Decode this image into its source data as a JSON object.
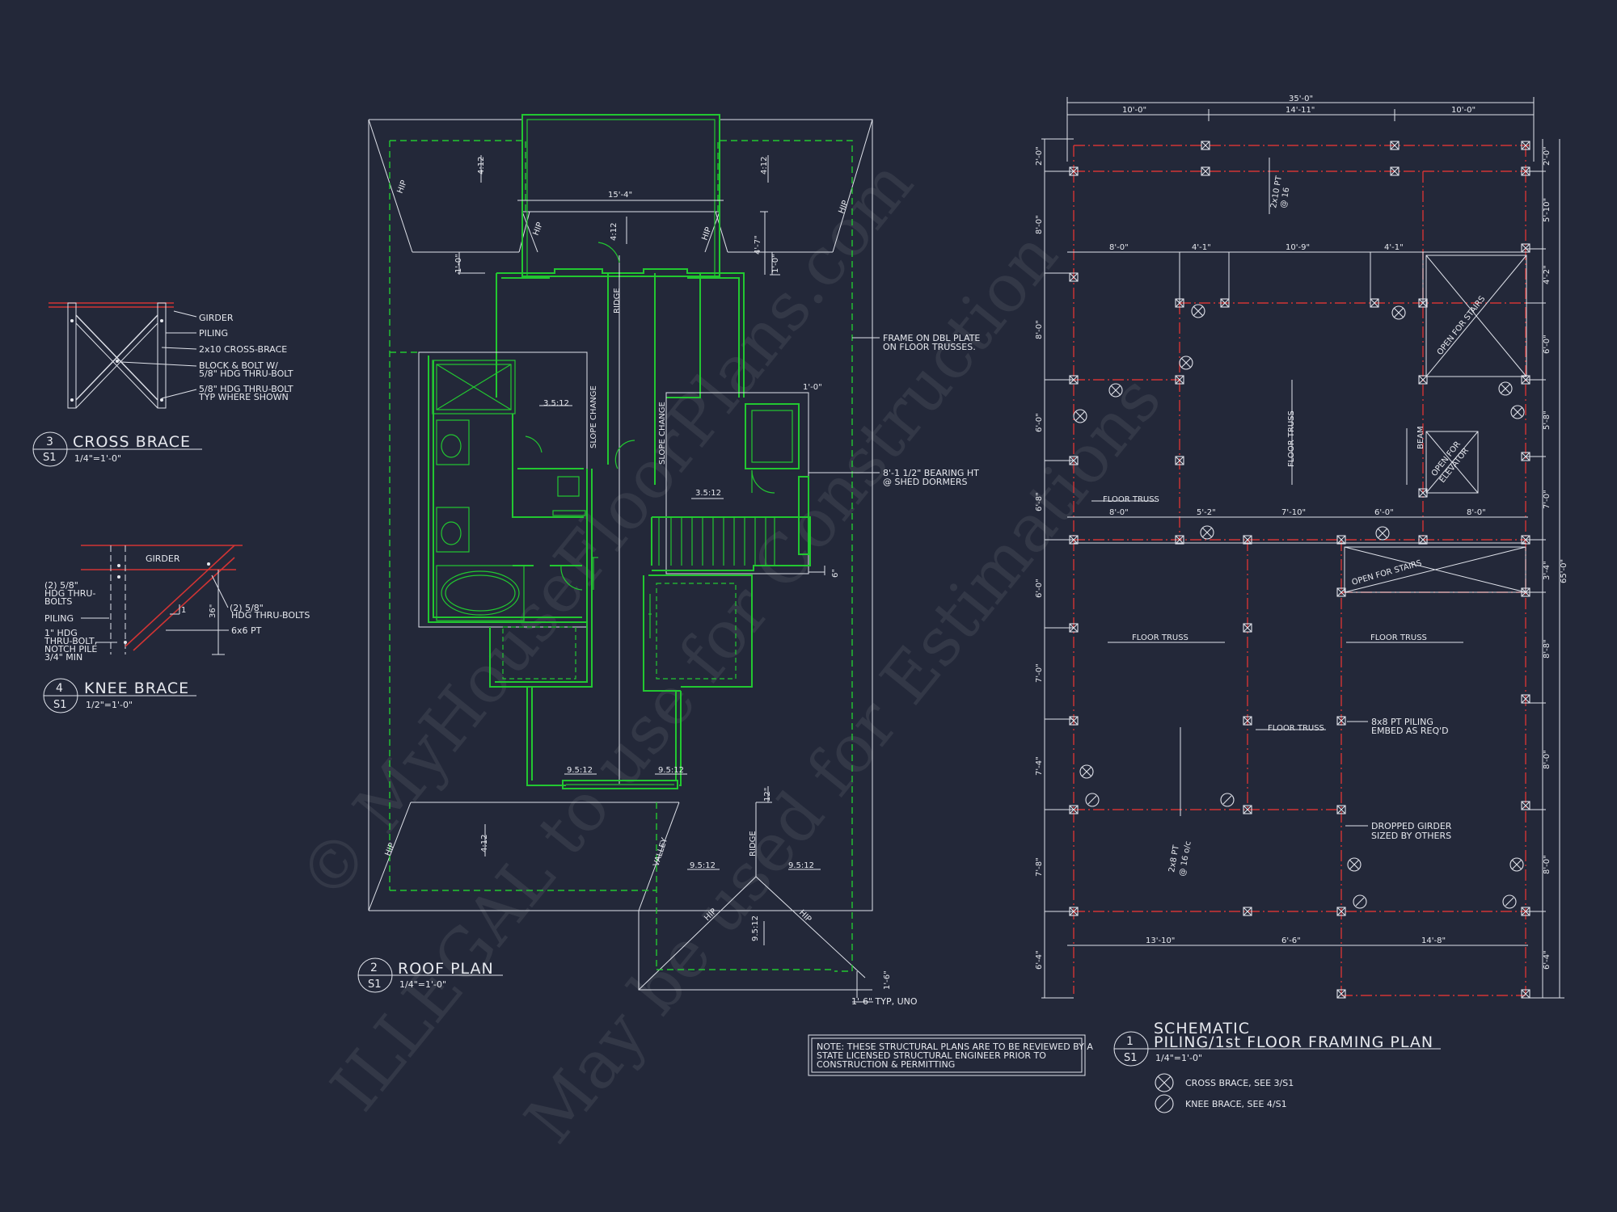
{
  "watermark": {
    "line1": "© MyHouseFloorPlans.com",
    "line2": "ILLEGAL to use for Construction",
    "line3": "May be used for Estimations"
  },
  "cross_brace": {
    "num": "3",
    "sheet": "S1",
    "title": "CROSS BRACE",
    "scale": "1/4\"=1'-0\"",
    "notes": [
      "GIRDER",
      "PILING",
      "2x10 CROSS-BRACE",
      "BLOCK & BOLT W/",
      "5/8\" HDG THRU-BOLT",
      "5/8\" HDG THRU-BOLT",
      "TYP WHERE SHOWN"
    ]
  },
  "knee_brace": {
    "num": "4",
    "sheet": "S1",
    "title": "KNEE BRACE",
    "scale": "1/2\"=1'-0\"",
    "girder": "GIRDER",
    "left_notes": [
      "(2) 5/8\"",
      "HDG THRU-",
      "BOLTS",
      "PILING",
      "1\" HDG",
      "THRU-BOLT,",
      "NOTCH PILE",
      "3/4\" MIN"
    ],
    "right_notes": [
      "(2) 5/8\"",
      "HDG THRU-BOLTS",
      "6x6 PT"
    ],
    "dim": "36\"",
    "slope": "1"
  },
  "roof_plan": {
    "num": "2",
    "sheet": "S1",
    "title": "ROOF PLAN",
    "scale": "1/4\"=1'-0\"",
    "labels": {
      "hip": "HIP",
      "ridge": "RIDGE",
      "valley": "VALLEY",
      "slope_change": "SLOPE CHANGE",
      "p412": "4:12",
      "p3512": "3.5:12",
      "p9512": "9.5:12",
      "d154": "15'-4\"",
      "d10": "1'-0\"",
      "d47": "4'-7\"",
      "d1": "1'-0\"",
      "d12": "12\"",
      "d6": "6\"",
      "d16": "1'-6\"",
      "frame_note1": "FRAME ON DBL PLATE",
      "frame_note2": "ON FLOOR TRUSSES.",
      "bearing_note1": "8'-1 1/2\" BEARING HT",
      "bearing_note2": "@ SHED DORMERS",
      "typ": "1'-6\" TYP, UNO"
    }
  },
  "note_box": [
    "NOTE: THESE STRUCTURAL PLANS ARE TO BE REVIEWED BY A",
    "STATE LICENSED STRUCTURAL ENGINEER PRIOR TO",
    "CONSTRUCTION & PERMITTING"
  ],
  "framing_plan": {
    "num": "1",
    "sheet": "S1",
    "title1": "SCHEMATIC",
    "title2": "PILING/1st FLOOR FRAMING PLAN",
    "scale": "1/4\"=1'-0\"",
    "top_dims": {
      "overall": "35'-0\"",
      "a": "10'-0\"",
      "b": "14'-11\"",
      "c": "10'-0\""
    },
    "row_dims_1": [
      "8'-0\"",
      "4'-1\"",
      "10'-9\"",
      "4'-1\""
    ],
    "row_dims_2": [
      "8'-0\"",
      "5'-2\"",
      "7'-10\"",
      "6'-0\"",
      "8'-0\""
    ],
    "row_dims_3": [
      "13'-10\"",
      "6'-6\"",
      "14'-8\""
    ],
    "left_dims": [
      "2'-0\"",
      "8'-0\"",
      "8'-0\"",
      "6'-0\"",
      "6'-8\"",
      "6'-0\"",
      "7'-0\"",
      "7'-4\"",
      "7'-8\"",
      "6'-4\""
    ],
    "right_dims": [
      "2'-0\"",
      "5'-10\"",
      "4'-2\"",
      "6'-0\"",
      "5'-8\"",
      "7'-0\"",
      "3'-4\"",
      "8'-8\"",
      "8'-0\"",
      "8'-0\"",
      "6'-4\""
    ],
    "overall_right": "65'-0\"",
    "labels": {
      "joist1": "2x10 PT",
      "joist1b": "@ 16",
      "floor_truss": "FLOOR TRUSS",
      "beam": "BEAM",
      "open_stairs": "OPEN FOR STAIRS",
      "open_elev1": "OPEN FOR",
      "open_elev2": "ELEVATOR",
      "piling1": "8x8 PT PILING",
      "piling2": "EMBED AS REQ'D",
      "girder1": "DROPPED GIRDER",
      "girder2": "SIZED BY OTHERS",
      "joist2": "2x8 PT",
      "joist2b": "@ 16 o/c"
    },
    "legend": [
      "CROSS BRACE, SEE 3/S1",
      "KNEE BRACE, SEE 4/S1"
    ]
  }
}
